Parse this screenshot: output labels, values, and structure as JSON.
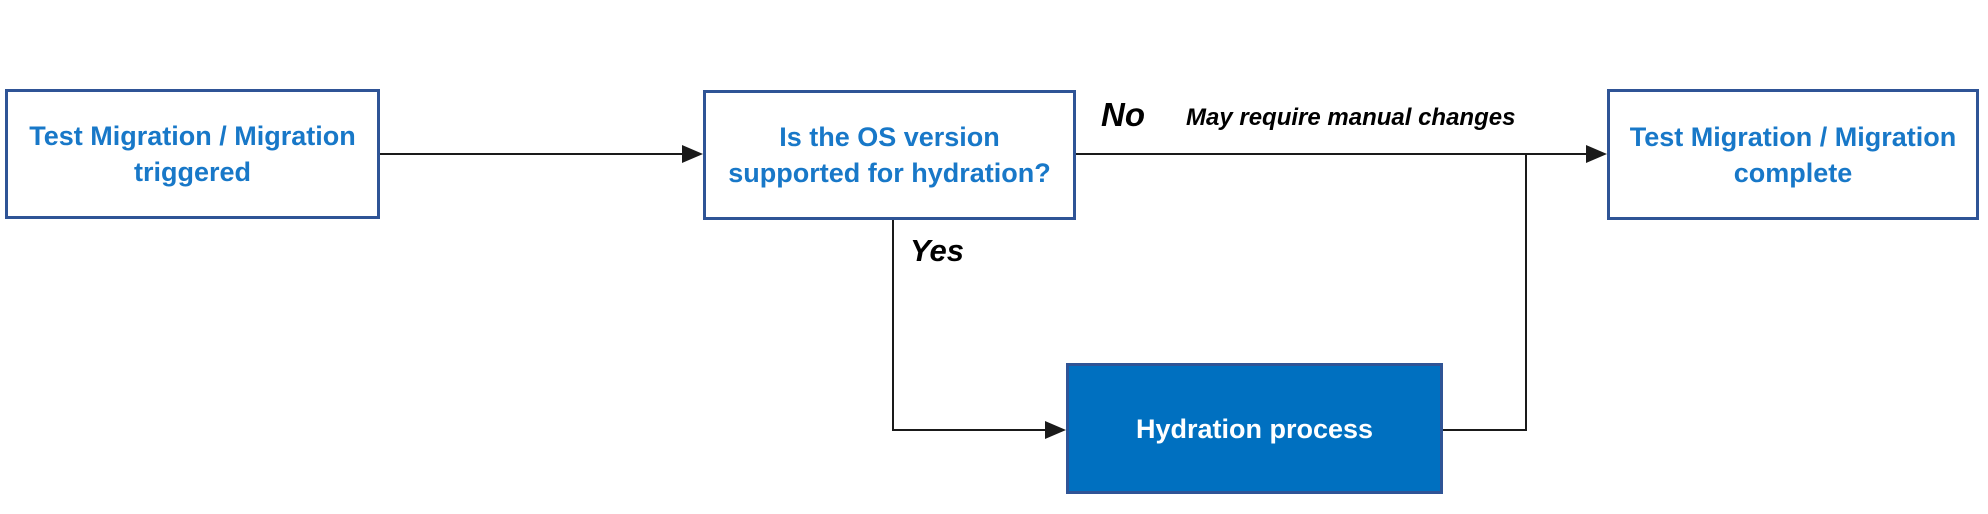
{
  "diagram": {
    "type": "flowchart",
    "nodes": {
      "start": {
        "line1": "Test Migration / Migration",
        "line2": "triggered"
      },
      "decision": {
        "line1": "Is the OS version",
        "line2": "supported for hydration?"
      },
      "complete": {
        "line1": "Test Migration / Migration",
        "line2": "complete"
      },
      "hydration": {
        "label": "Hydration process"
      }
    },
    "edge_labels": {
      "no": "No",
      "yes": "Yes",
      "note": "May require manual changes"
    }
  },
  "colors": {
    "node_text": "#1878c8",
    "node_border": "#2f5496",
    "node_fill": "#ffffff",
    "hydration_fill": "#0070c0",
    "hydration_border": "#2f5496",
    "hydration_text": "#ffffff",
    "connector": "#1a1a1a",
    "edge_label": "#000000",
    "background": "#ffffff"
  }
}
